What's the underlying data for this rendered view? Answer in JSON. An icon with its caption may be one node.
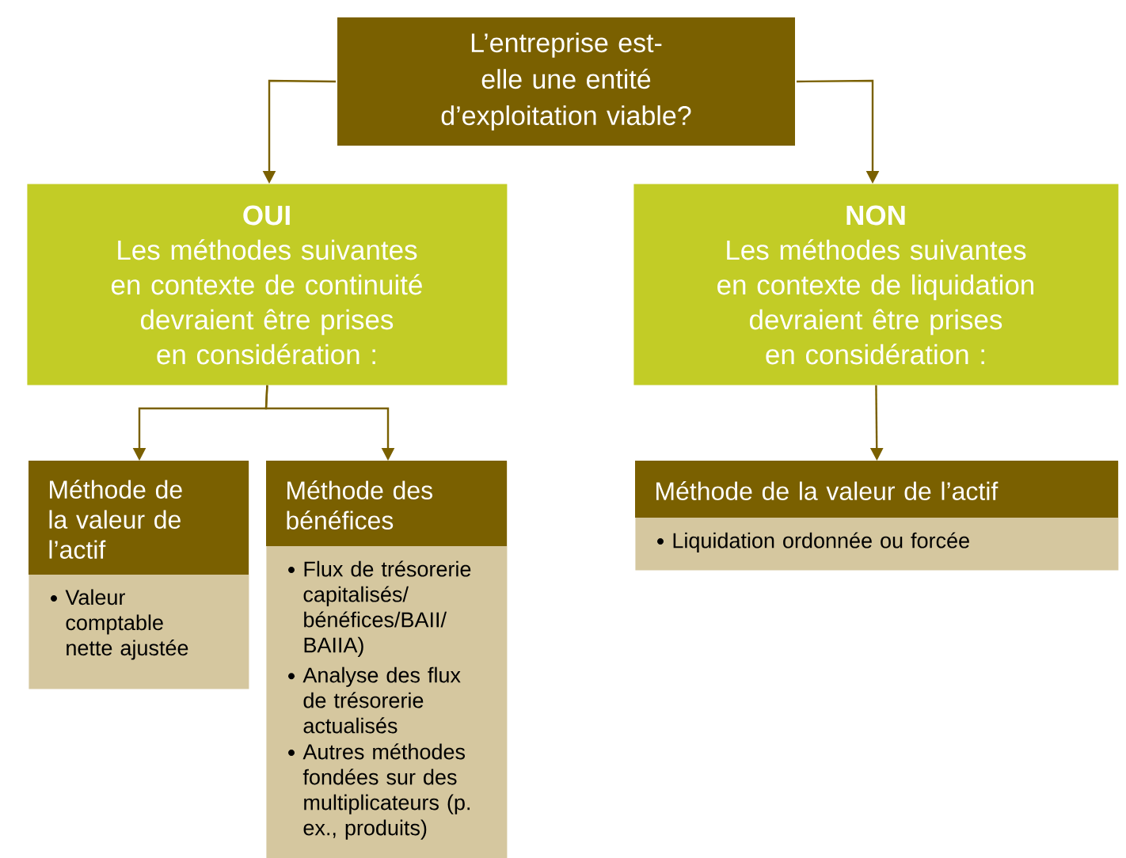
{
  "diagram": {
    "nodes": [
      {
        "text": [
          "L’entreprise est-elle une entité d’exploitation viable?"
        ]
      },
      {
        "text": [
          "OUI",
          "Les méthodes suivantes en contexte de continuité devraient être prises en considération :"
        ]
      },
      {
        "text": [
          "NON",
          "Les méthodes suivantes en contexte de liquidation devraient être prises en considération :"
        ]
      },
      {
        "text": [
          "Méthode de la valeur de l’actif",
          "Valeur comptable nette ajustée"
        ]
      },
      {
        "text": [
          "Méthode des bénéfices",
          "Flux de trésorerie capitalisés/ bénéfices/BAII/ BAIIA)",
          "Analyse des flux de trésorerie actualisés",
          "Autres méthodes fondées sur des multiplicateurs (p. ex., produits)"
        ]
      },
      {
        "text": [
          "Méthode de la valeur de l’actif",
          "Liquidation ordonnée ou forcée"
        ]
      }
    ],
    "edges": [
      {
        "from": 0,
        "to": 1,
        "arrow": "to"
      },
      {
        "from": 0,
        "to": 2,
        "arrow": "to"
      },
      {
        "from": 1,
        "to": 3,
        "arrow": "to"
      },
      {
        "from": 1,
        "to": 4,
        "arrow": "to"
      },
      {
        "from": 2,
        "to": 5,
        "arrow": "to"
      }
    ]
  }
}
